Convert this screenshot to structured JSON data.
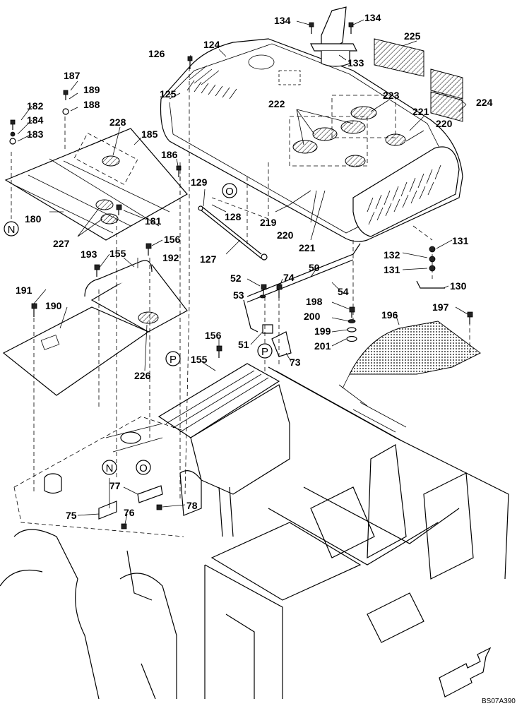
{
  "labels": {
    "l134a": "134",
    "l134b": "134",
    "l225": "225",
    "l124": "124",
    "l133": "133",
    "l126": "126",
    "l125": "125",
    "l223": "223",
    "l222": "222",
    "l224": "224",
    "l221a": "221",
    "l220a": "220",
    "l187": "187",
    "l189": "189",
    "l188": "188",
    "l182": "182",
    "l184": "184",
    "l183": "183",
    "l228": "228",
    "l185": "185",
    "l186": "186",
    "l129": "129",
    "l128": "128",
    "l219": "219",
    "l220b": "220",
    "l221b": "221",
    "l180": "180",
    "l181": "181",
    "l227": "227",
    "l127": "127",
    "l131a": "131",
    "l132": "132",
    "l131b": "131",
    "l130": "130",
    "l156a": "156",
    "l193": "193",
    "l155a": "155",
    "l192": "192",
    "l50": "50",
    "l52": "52",
    "l74": "74",
    "l53": "53",
    "l54": "54",
    "l191": "191",
    "l190": "190",
    "l198": "198",
    "l200": "200",
    "l199": "199",
    "l201": "201",
    "l196": "196",
    "l197": "197",
    "l51": "51",
    "l73": "73",
    "l226": "226",
    "l156b": "156",
    "l155b": "155",
    "l77": "77",
    "l78": "78",
    "l75": "75",
    "l76": "76"
  },
  "circle_markers": {
    "o_top": "O",
    "n_left": "N",
    "p_mid": "P",
    "p_left": "P",
    "n_low": "N",
    "o_low": "O"
  },
  "drawing_code": "BS07A390",
  "icons": {
    "direction": "arrow-icon"
  }
}
